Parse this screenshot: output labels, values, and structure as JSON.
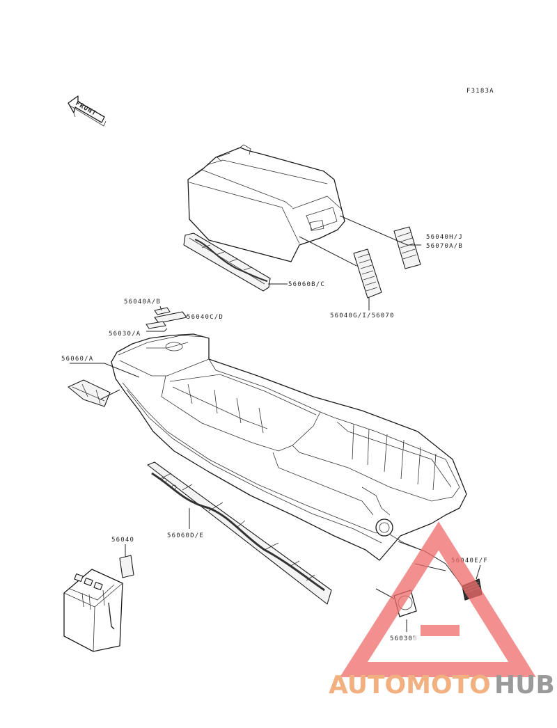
{
  "figure_code": "F3183A",
  "front_label": "FRONT",
  "parts": {
    "p56040HJ": "56040H/J",
    "p56070AB": "56070A/B",
    "p56060BC": "56060B/C",
    "p56040GI": "56040G/I/56070",
    "p56040AB": "56040A/B",
    "p56040CD": "56040C/D",
    "p56030A": "56030/A",
    "p56060A": "56060/A",
    "p56060DE": "56060D/E",
    "p56040": "56040",
    "p56040EF": "56040E/F",
    "p56030B": "56030B"
  },
  "watermark": {
    "part1": "AUTOMOTO",
    "part2": "HUB",
    "color1": "#f2b080",
    "color2": "#9a9a9a",
    "logo_color": "#ee6b6b"
  }
}
